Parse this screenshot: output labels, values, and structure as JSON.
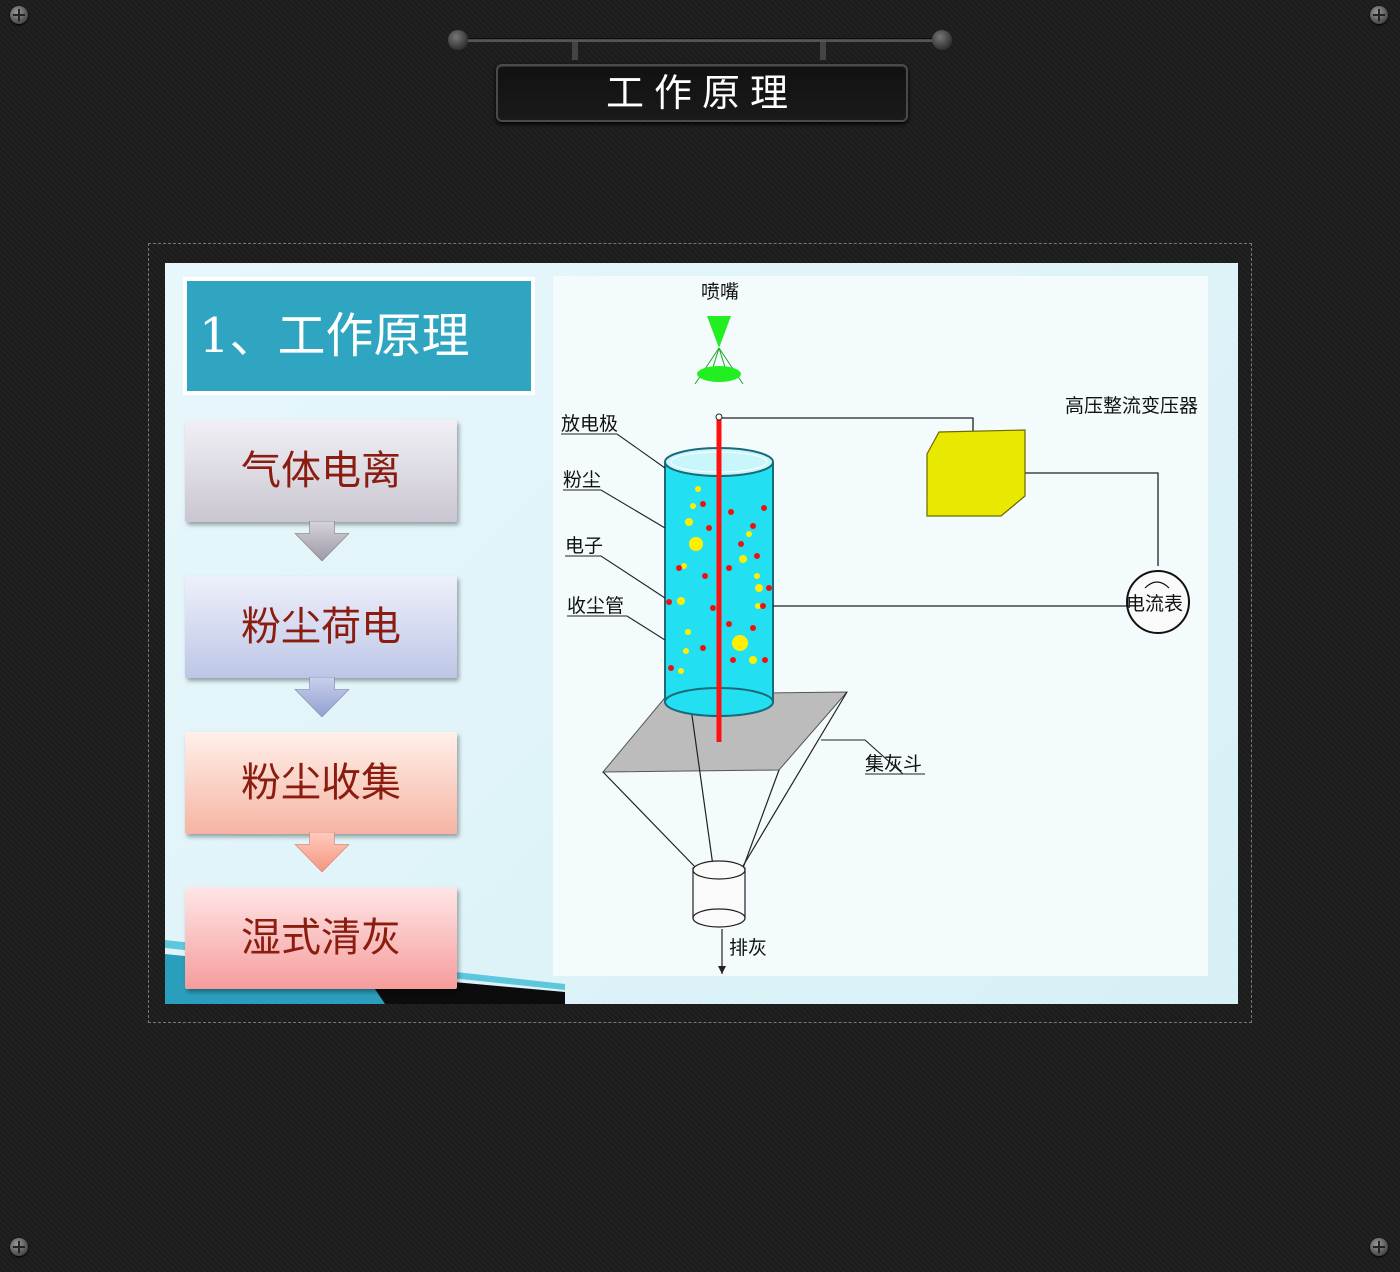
{
  "page": {
    "title": "工作原理"
  },
  "slide": {
    "heading": "1、工作原理",
    "steps": [
      "气体电离",
      "粉尘荷电",
      "粉尘收集",
      "湿式清灰"
    ]
  },
  "diagram": {
    "labels": {
      "nozzle": "喷嘴",
      "discharge_electrode": "放电极",
      "dust": "粉尘",
      "electron": "电子",
      "collector_tube": "收尘管",
      "hv_transformer": "高压整流变压器",
      "ammeter": "电流表",
      "ash_hopper": "集灰斗",
      "ash_discharge": "排灰"
    },
    "colors": {
      "cylinder": "#22e0f2",
      "electrode": "#ff1010",
      "nozzle": "#22ee22",
      "transformer": "#e8e800",
      "hopper": "#bdbdbd"
    }
  }
}
